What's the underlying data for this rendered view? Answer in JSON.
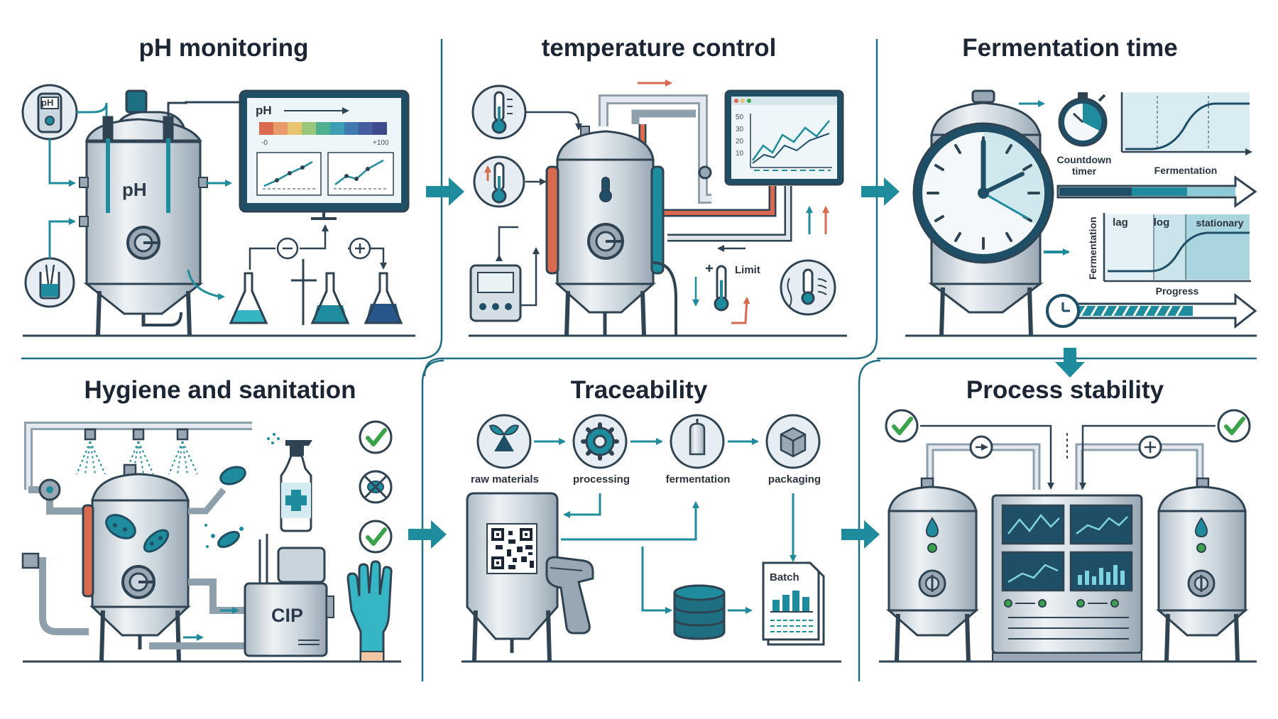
{
  "colors": {
    "teal": "#1e8c9c",
    "navy": "#1f4f66",
    "steel": "#c9d4dc",
    "orange": "#d9694f",
    "green": "#3aa34a",
    "outline": "#2f4352"
  },
  "sections": {
    "ph": {
      "title": "pH monitoring",
      "probe_label": "pH",
      "vessel_label": "pH",
      "screen_label": "pH",
      "scale_min": "-0",
      "scale_max": "+100"
    },
    "temp": {
      "title": "temperature control",
      "limit_label": "Limit",
      "chart_ticks": [
        "50",
        "30",
        "20",
        "10"
      ]
    },
    "ferm": {
      "title": "Fermentation time",
      "countdown_label": "Countdown\ntimer",
      "countdown_line1": "Countdown",
      "countdown_line2": "timer",
      "chart_xlabel": "Fermentation",
      "phase_lag": "lag",
      "phase_log": "log",
      "phase_stationary": "stationary",
      "growth_ylabel": "Fermentation",
      "growth_xlabel": "Progress"
    },
    "hygiene": {
      "title": "Hygiene and sanitation",
      "cip_label": "CIP"
    },
    "trace": {
      "title": "Traceability",
      "steps": [
        "raw materials",
        "processing",
        "fermentation",
        "packaging"
      ],
      "batch_label": "Batch"
    },
    "stability": {
      "title": "Process stability"
    }
  },
  "icons": [
    "ph-meter-icon",
    "beaker-icon",
    "thermometer-icon",
    "clock-icon",
    "stopwatch-icon",
    "spray-bottle-icon",
    "bacteria-icon",
    "glove-icon",
    "check-icon",
    "leaf-icon",
    "gear-icon",
    "tank-icon",
    "box-icon",
    "qr-code-icon",
    "barcode-scanner-icon",
    "database-icon",
    "report-icon"
  ]
}
